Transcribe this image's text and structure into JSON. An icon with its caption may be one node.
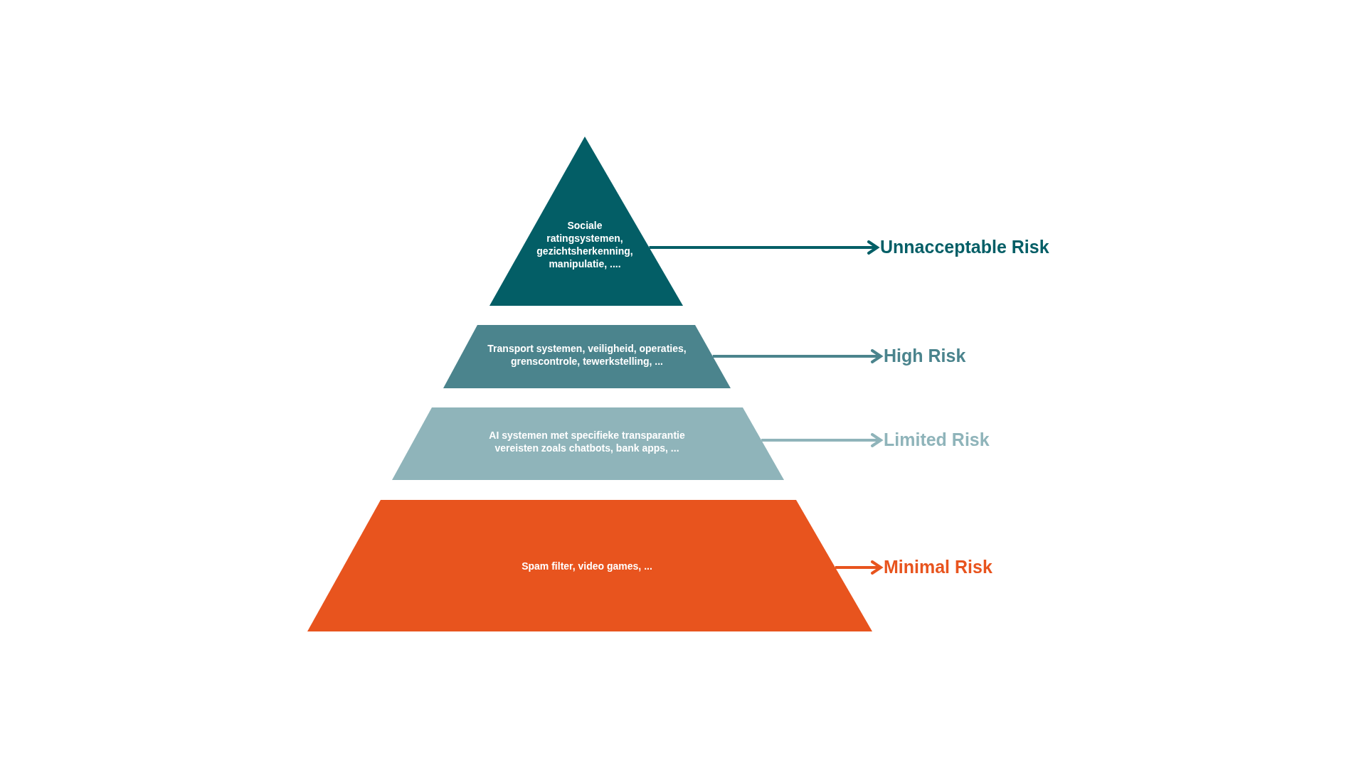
{
  "diagram": {
    "nodes": [
      {
        "text": [
          "Sociale ratingsystemen, gezichtsherkenning, manipulatie, ...."
        ]
      },
      {
        "text": [
          "Transport systemen, veiligheid, operaties, grenscontrole, tewerkstelling, ..."
        ]
      },
      {
        "text": [
          "AI systemen met specifieke transparantie vereisten zoals chatbots, bank apps, ..."
        ]
      },
      {
        "text": [
          "Spam filter, video games, ..."
        ]
      },
      {
        "text": [
          "Unnacceptable Risk"
        ]
      },
      {
        "text": [
          "High Risk"
        ]
      },
      {
        "text": [
          "Limited Risk"
        ]
      },
      {
        "text": [
          "Minimal Risk"
        ]
      }
    ],
    "edges": [
      {
        "from": 0,
        "to": 4,
        "arrow": "to",
        "color": "#035e66"
      },
      {
        "from": 1,
        "to": 5,
        "arrow": "to",
        "color": "#4b848d"
      },
      {
        "from": 2,
        "to": 6,
        "arrow": "to",
        "color": "#8fb4ba"
      },
      {
        "from": 3,
        "to": 7,
        "arrow": "to",
        "color": "#e8541e"
      }
    ]
  }
}
